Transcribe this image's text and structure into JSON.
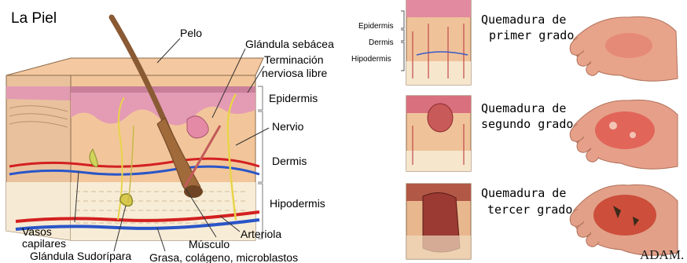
{
  "skin_diagram": {
    "title": "La Piel",
    "labels": {
      "pelo": "Pelo",
      "glandula_sebacea": "Glándula sebácea",
      "terminacion_line1": "Terminación",
      "terminacion_line2": "nerviosa libre",
      "epidermis": "Epidermis",
      "nervio": "Nervio",
      "dermis": "Dermis",
      "hipodermis": "Hipodermis",
      "vasos_line1": "Vasos",
      "vasos_line2": "capilares",
      "glandula_sudoripara": "Glándula Sudorípara",
      "musculo": "Músculo",
      "arteriola": "Arteriola",
      "grasa": "Grasa, colágeno, microblastos"
    }
  },
  "burns_panel": {
    "mini_labels": {
      "epidermis": "Epidermis",
      "dermis": "Dermis",
      "hipodermis": "Hipodermis"
    },
    "degrees": [
      {
        "line1": "Quemadura de",
        "line2": "primer grado"
      },
      {
        "line1": "Quemadura de",
        "line2": "segundo grado"
      },
      {
        "line1": "Quemadura de",
        "line2": "tercer grado"
      }
    ],
    "logo": "ADAM."
  },
  "colors": {
    "skin_top": "#f3c9a0",
    "epidermis": "#e7a8bf",
    "dermis": "#f2c79b",
    "hypodermis": "#f7ecd6",
    "artery": "#d32020",
    "vein": "#2a55c8",
    "hair": "#8a5a34"
  }
}
